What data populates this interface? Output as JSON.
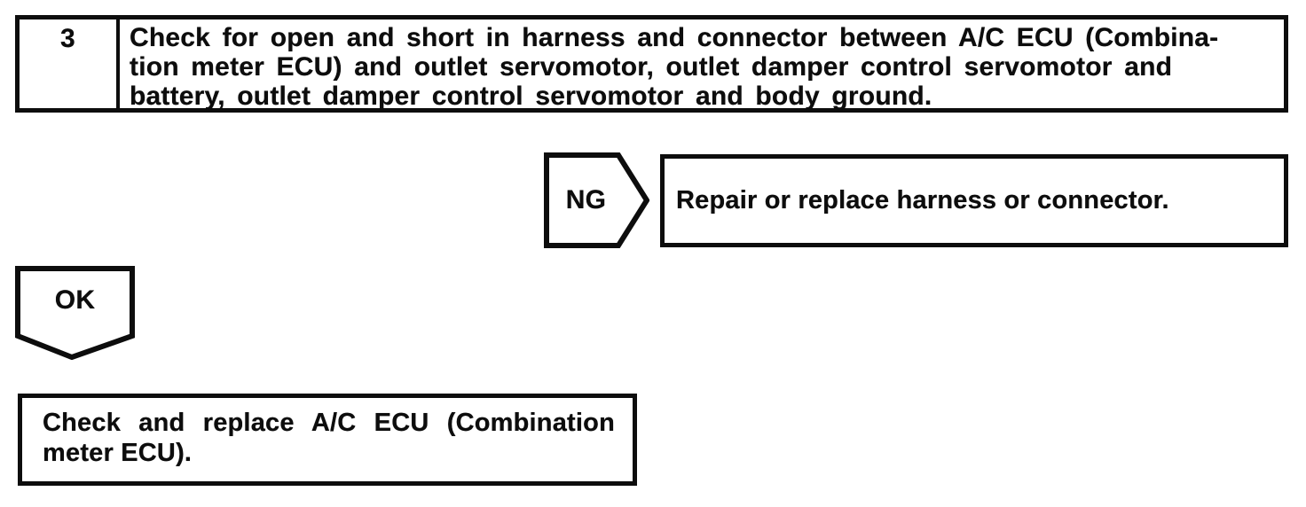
{
  "page": {
    "background": "#ffffff",
    "ink": "#0d0d0d"
  },
  "flowchart": {
    "step_box": {
      "number": "3",
      "instruction_lines": [
        "Check for open and short in harness and connector between A/C ECU (Combina-",
        "tion meter ECU) and outlet servomotor, outlet damper control servomotor and",
        "battery, outlet damper control servomotor and body ground."
      ]
    },
    "ng_branch": {
      "label": "NG",
      "action": "Repair or replace harness or connector."
    },
    "ok_branch": {
      "label": "OK"
    },
    "result_box": {
      "lines": [
        "Check and replace A/C ECU (Combination",
        "meter ECU)."
      ]
    }
  }
}
